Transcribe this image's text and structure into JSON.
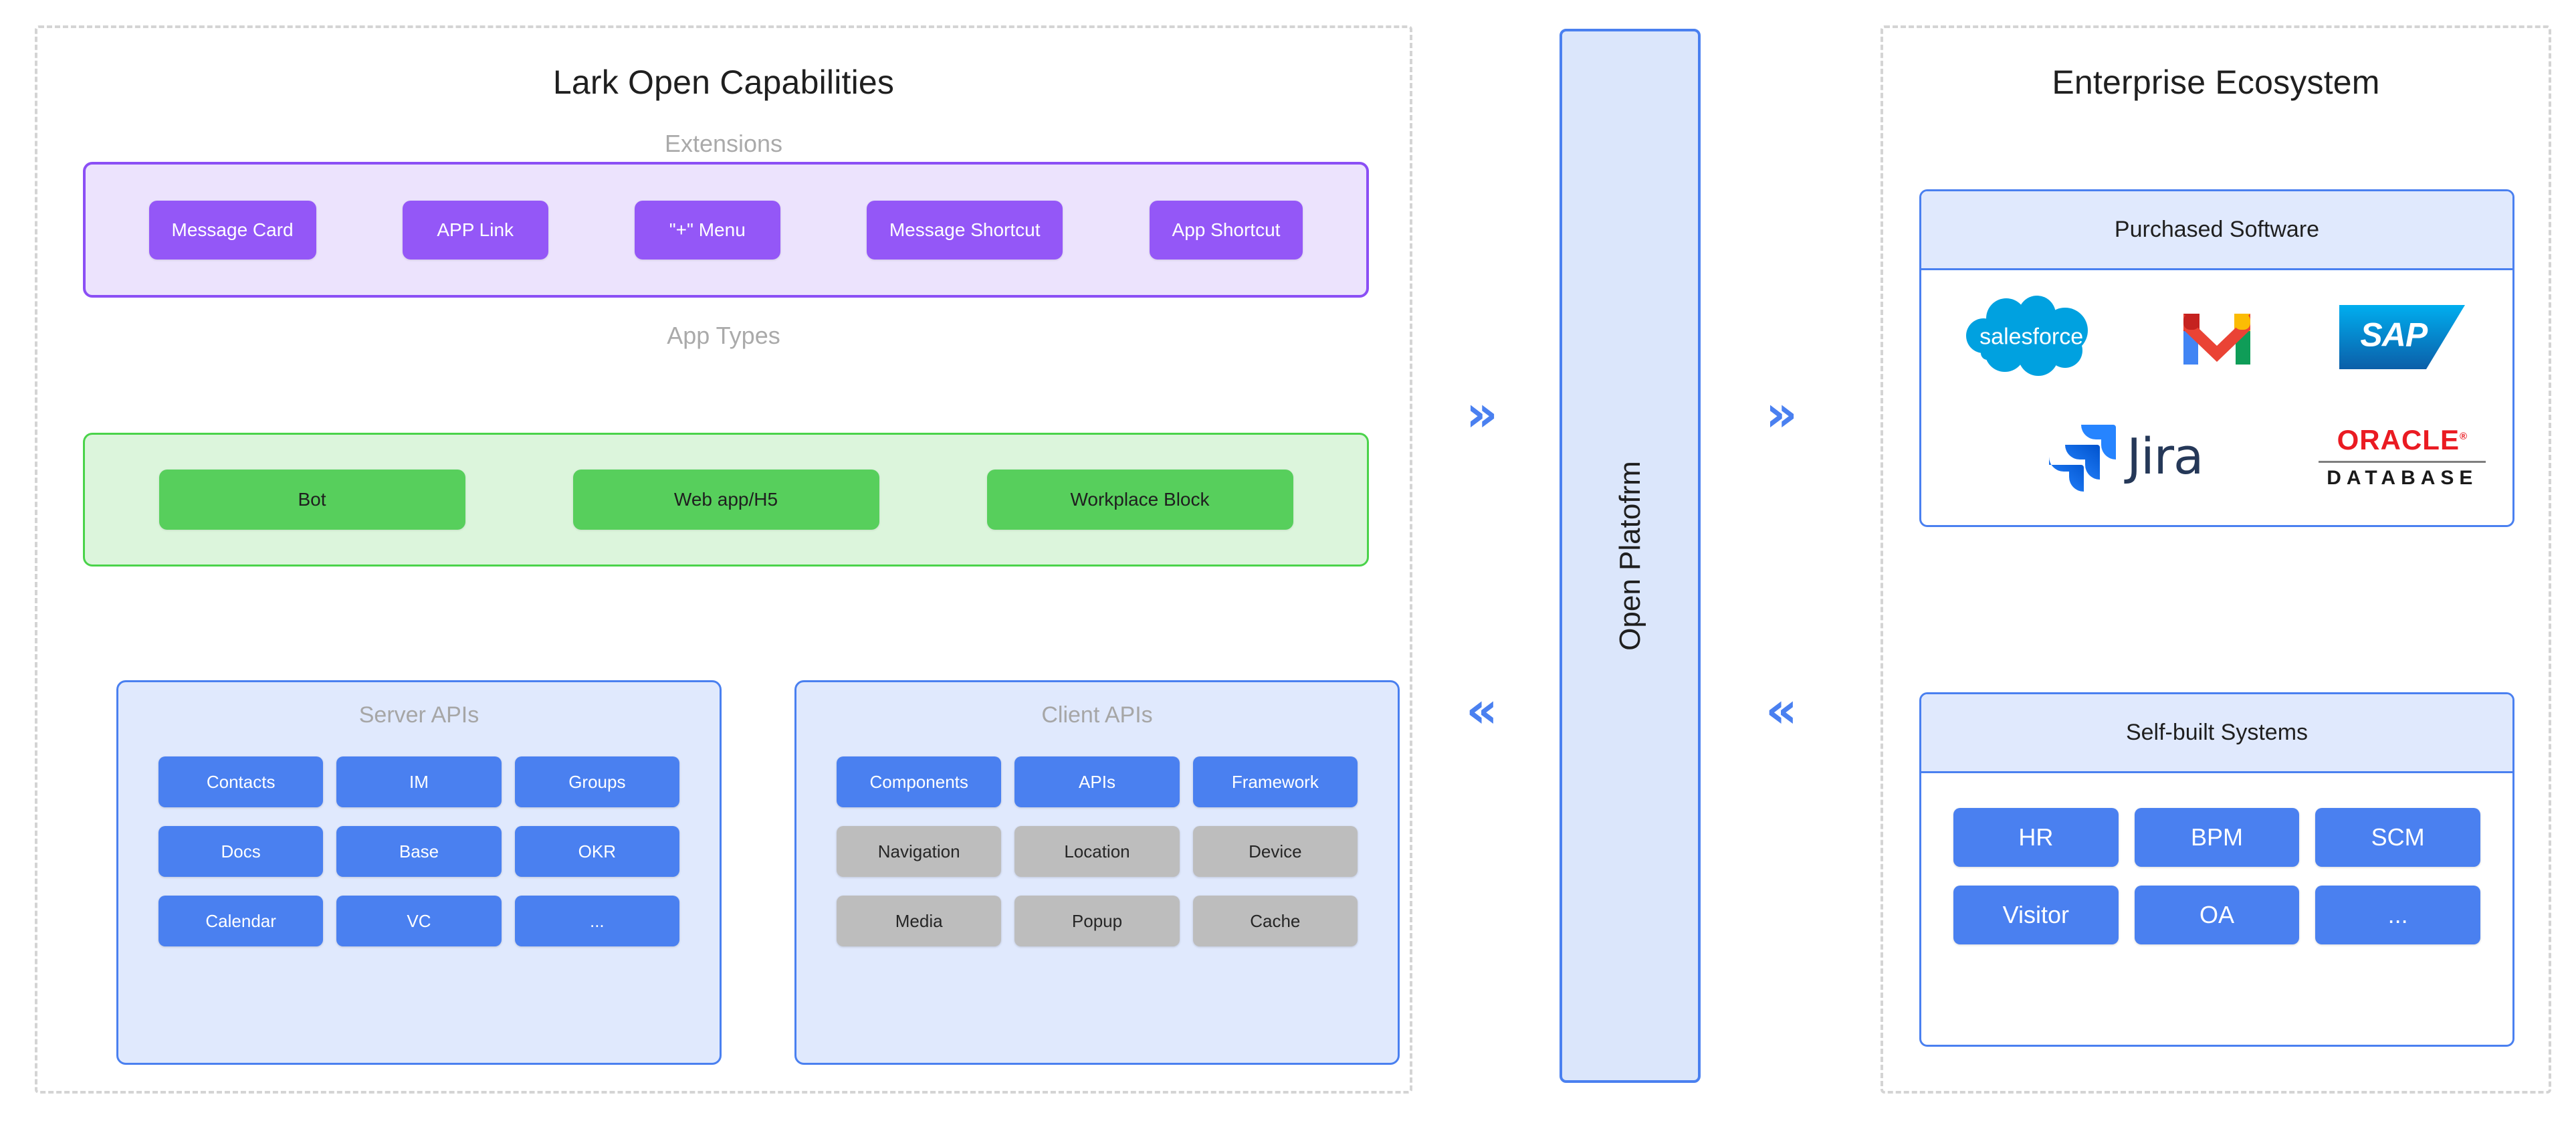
{
  "left_panel": {
    "title": "Lark Open Capabilities",
    "extensions": {
      "label": "Extensions",
      "items": [
        {
          "label": "Message Card"
        },
        {
          "label": "APP Link"
        },
        {
          "label": "\"+\" Menu"
        },
        {
          "label": "Message Shortcut"
        },
        {
          "label": "App Shortcut"
        }
      ]
    },
    "app_types": {
      "label": "App Types",
      "items": [
        {
          "label": "Bot"
        },
        {
          "label": "Web app/H5"
        },
        {
          "label": "Workplace Block"
        }
      ]
    },
    "server_apis": {
      "title": "Server APIs",
      "items": [
        {
          "label": "Contacts",
          "style": "blue"
        },
        {
          "label": "IM",
          "style": "blue"
        },
        {
          "label": "Groups",
          "style": "blue"
        },
        {
          "label": "Docs",
          "style": "blue"
        },
        {
          "label": "Base",
          "style": "blue"
        },
        {
          "label": "OKR",
          "style": "blue"
        },
        {
          "label": "Calendar",
          "style": "blue"
        },
        {
          "label": "VC",
          "style": "blue"
        },
        {
          "label": "...",
          "style": "blue"
        }
      ]
    },
    "client_apis": {
      "title": "Client APIs",
      "items": [
        {
          "label": "Components",
          "style": "blue"
        },
        {
          "label": "APIs",
          "style": "blue"
        },
        {
          "label": "Framework",
          "style": "blue"
        },
        {
          "label": "Navigation",
          "style": "grey"
        },
        {
          "label": "Location",
          "style": "grey"
        },
        {
          "label": "Device",
          "style": "grey"
        },
        {
          "label": "Media",
          "style": "grey"
        },
        {
          "label": "Popup",
          "style": "grey"
        },
        {
          "label": "Cache",
          "style": "grey"
        }
      ]
    }
  },
  "middle": {
    "label": "Open Platofrm",
    "arrows": {
      "right_glyph": "»",
      "left_glyph": "«"
    }
  },
  "right_panel": {
    "title": "Enterprise Ecosystem",
    "purchased_software": {
      "title": "Purchased Software",
      "logos": [
        {
          "name": "salesforce",
          "text": "salesforce"
        },
        {
          "name": "gmail",
          "text": "M"
        },
        {
          "name": "sap",
          "text": "SAP"
        },
        {
          "name": "jira",
          "text": "Jira"
        },
        {
          "name": "oracle-database",
          "text": "ORACLE",
          "subtext": "DATABASE"
        }
      ]
    },
    "self_built_systems": {
      "title": "Self-built Systems",
      "items": [
        {
          "label": "HR"
        },
        {
          "label": "BPM"
        },
        {
          "label": "SCM"
        },
        {
          "label": "Visitor"
        },
        {
          "label": "OA"
        },
        {
          "label": "..."
        }
      ]
    }
  },
  "colors": {
    "extension_chip": "#9457f7",
    "extension_band": "#ece3fd",
    "apptype_chip": "#57cf5c",
    "apptype_band": "#dcf5dc",
    "api_blue": "#4a80f0",
    "api_grey": "#bdbdbd",
    "api_band": "#e0e9fd",
    "dashed_border": "#d4d4d4",
    "salesforce": "#00a1e0",
    "sap": "#1189d4",
    "oracle_red": "#ea1b22",
    "jira_navy": "#253858"
  }
}
